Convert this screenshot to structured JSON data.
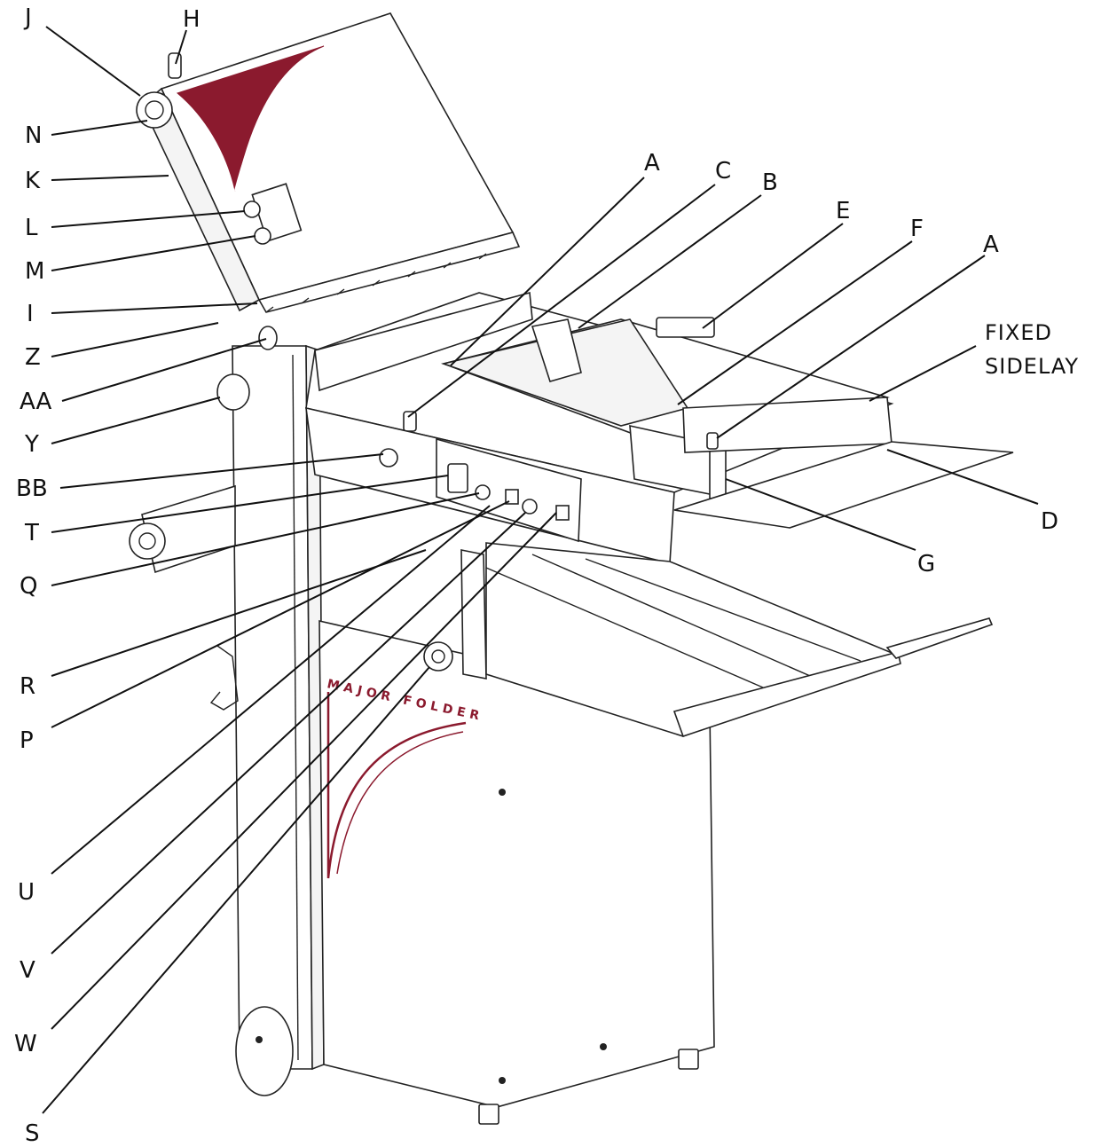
{
  "diagram": {
    "callouts": [
      {
        "id": "J",
        "text": "J"
      },
      {
        "id": "H",
        "text": "H"
      },
      {
        "id": "N",
        "text": "N"
      },
      {
        "id": "K",
        "text": "K"
      },
      {
        "id": "L",
        "text": "L"
      },
      {
        "id": "M",
        "text": "M"
      },
      {
        "id": "I",
        "text": "I"
      },
      {
        "id": "Z",
        "text": "Z"
      },
      {
        "id": "AA",
        "text": "AA"
      },
      {
        "id": "Y",
        "text": "Y"
      },
      {
        "id": "BB",
        "text": "BB"
      },
      {
        "id": "T",
        "text": "T"
      },
      {
        "id": "Q",
        "text": "Q"
      },
      {
        "id": "R",
        "text": "R"
      },
      {
        "id": "P",
        "text": "P"
      },
      {
        "id": "U",
        "text": "U"
      },
      {
        "id": "V",
        "text": "V"
      },
      {
        "id": "W",
        "text": "W"
      },
      {
        "id": "S",
        "text": "S"
      },
      {
        "id": "A1",
        "text": "A"
      },
      {
        "id": "C",
        "text": "C"
      },
      {
        "id": "B",
        "text": "B"
      },
      {
        "id": "E",
        "text": "E"
      },
      {
        "id": "F",
        "text": "F"
      },
      {
        "id": "A2",
        "text": "A"
      },
      {
        "id": "D",
        "text": "D"
      },
      {
        "id": "G",
        "text": "G"
      }
    ],
    "fixed_sidelay": {
      "line1": "FIXED",
      "line2": "SIDELAY"
    },
    "brand_text": "MAJOR FOLDER",
    "colors": {
      "accent": "#8b1a2e",
      "ink": "#111111"
    }
  }
}
